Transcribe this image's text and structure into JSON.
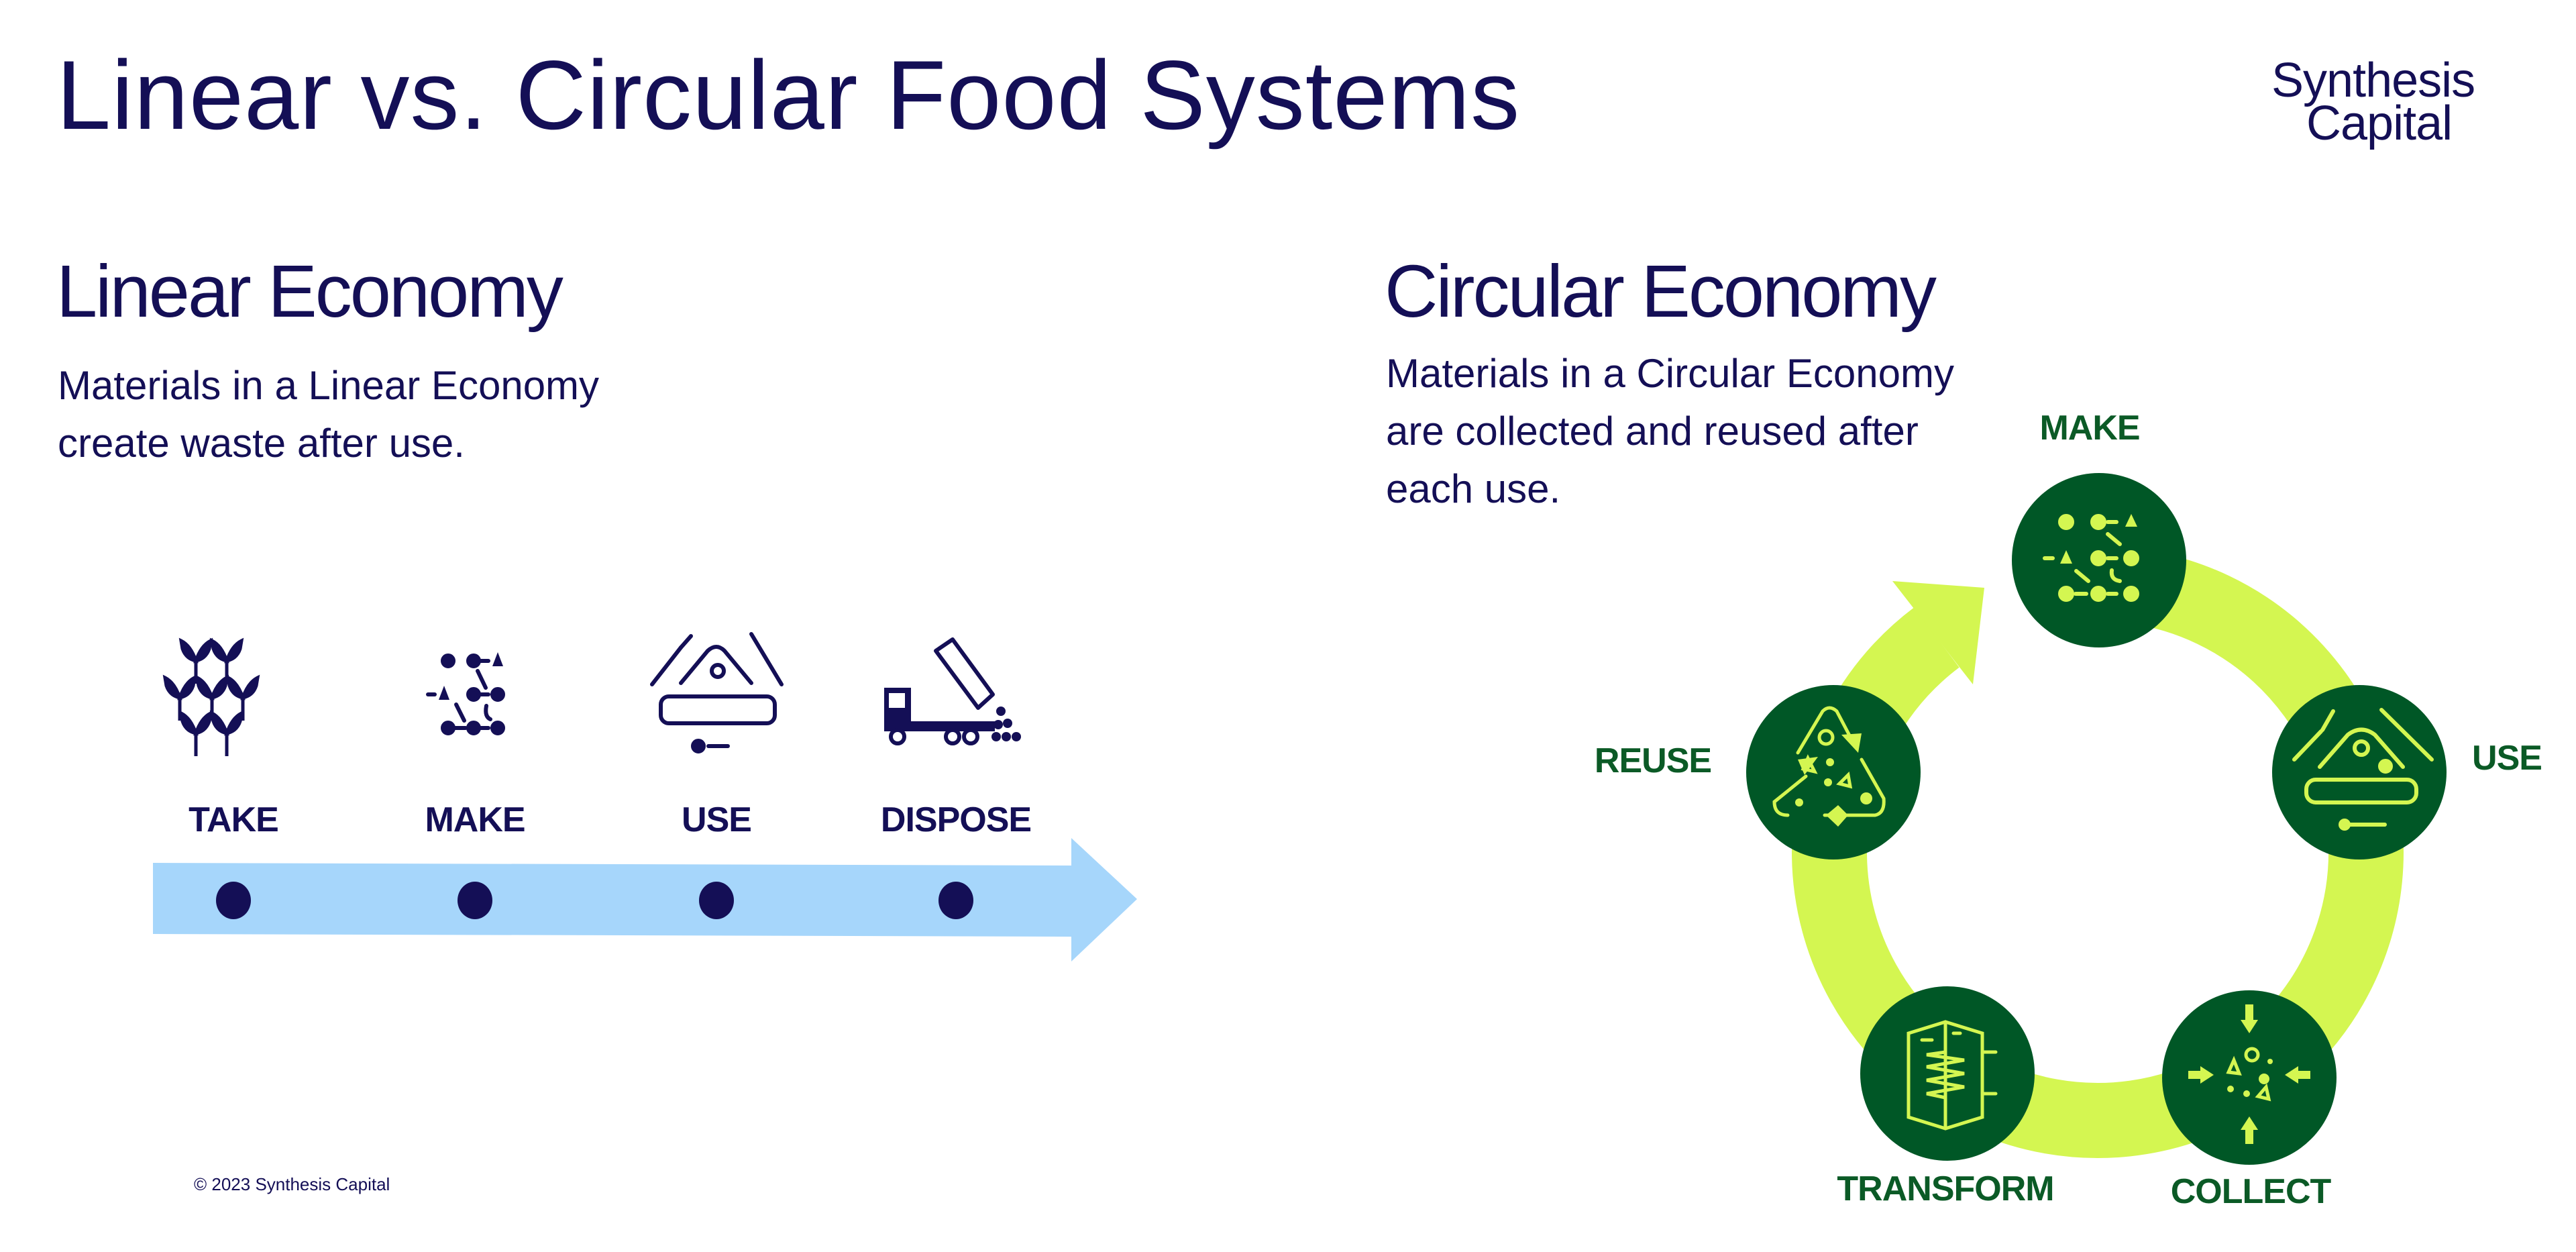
{
  "title": "Linear vs. Circular Food Systems",
  "logo": {
    "line1": "Synthesis",
    "line2": "Capital"
  },
  "linear": {
    "heading": "Linear Economy",
    "description": "Materials in a Linear Economy create waste after use.",
    "steps": [
      {
        "label": "TAKE",
        "icon": "sprouts-icon"
      },
      {
        "label": "MAKE",
        "icon": "ingredients-icon"
      },
      {
        "label": "USE",
        "icon": "meal-icon"
      },
      {
        "label": "DISPOSE",
        "icon": "dump-truck-icon"
      }
    ]
  },
  "circular": {
    "heading": "Circular Economy",
    "description": "Materials in a Circular Economy are collected and reused after each use.",
    "steps": [
      {
        "label": "MAKE",
        "icon": "ingredients-icon"
      },
      {
        "label": "USE",
        "icon": "meal-icon"
      },
      {
        "label": "COLLECT",
        "icon": "collect-icon"
      },
      {
        "label": "TRANSFORM",
        "icon": "transform-tank-icon"
      },
      {
        "label": "REUSE",
        "icon": "recycle-icon"
      }
    ]
  },
  "footer": {
    "copyright": "© 2023 Synthesis Capital"
  },
  "colors": {
    "navy": "#140f56",
    "arrow_blue": "#a6d6fb",
    "lime": "#d4f651",
    "dark_green": "#005726",
    "label_green": "#0b5a26"
  }
}
